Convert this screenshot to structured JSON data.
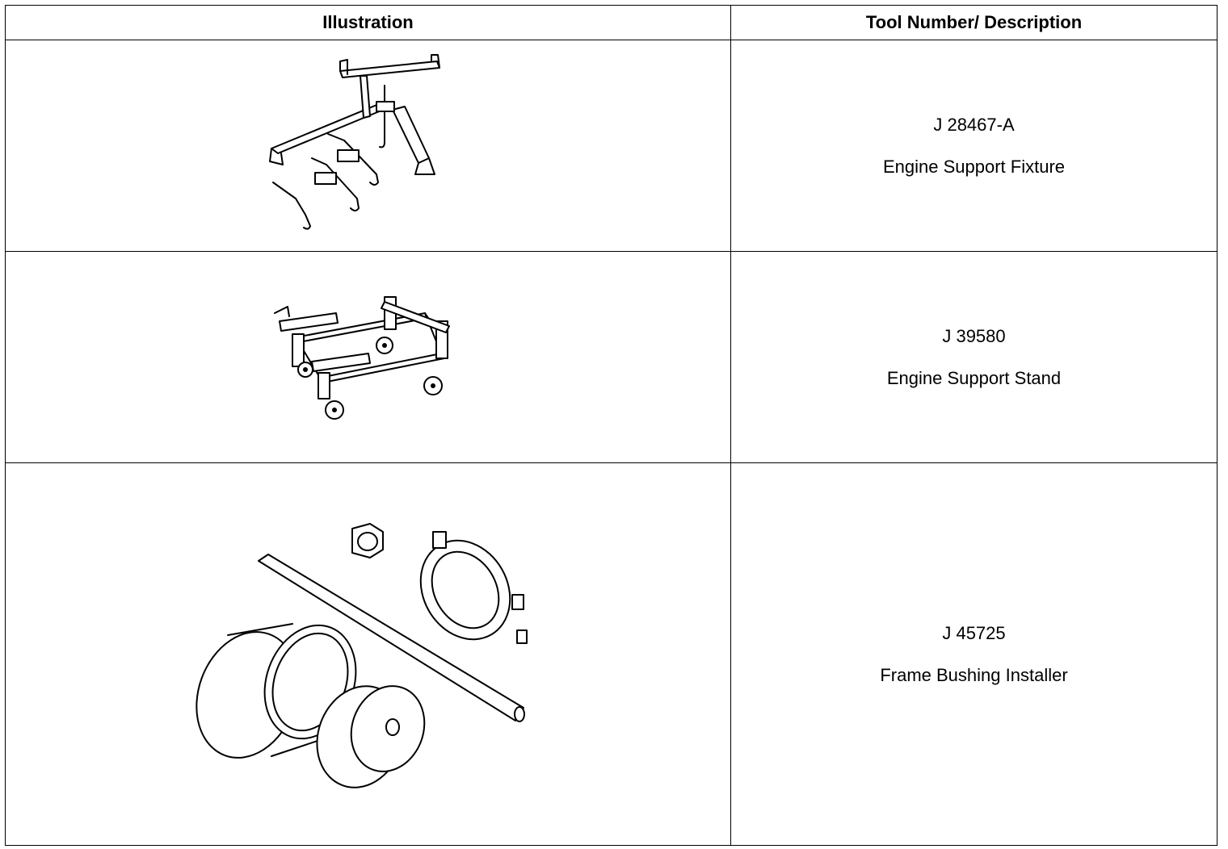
{
  "table": {
    "headers": {
      "illustration": "Illustration",
      "tool": "Tool Number/ Description"
    },
    "rows": [
      {
        "tool_number": "J 28467-A",
        "description": "Engine Support Fixture",
        "illustration_icon": "engine-support-fixture-illustration"
      },
      {
        "tool_number": "J 39580",
        "description": "Engine Support Stand",
        "illustration_icon": "engine-support-stand-illustration"
      },
      {
        "tool_number": "J 45725",
        "description": "Frame Bushing Installer",
        "illustration_icon": "frame-bushing-installer-illustration"
      }
    ]
  }
}
